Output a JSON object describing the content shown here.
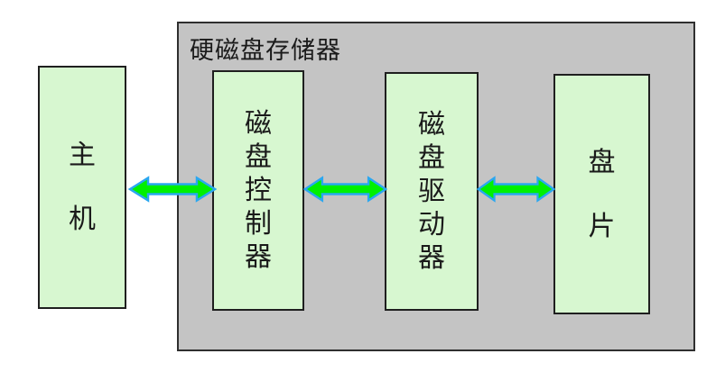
{
  "diagram": {
    "container_label": "硬磁盘存储器",
    "nodes": [
      {
        "id": "host",
        "label": "主机"
      },
      {
        "id": "disk-controller",
        "label": "磁盘控制器"
      },
      {
        "id": "disk-drive",
        "label": "磁盘驱动器"
      },
      {
        "id": "platter",
        "label": "盘片"
      }
    ],
    "connections": [
      {
        "from": "主机",
        "to": "磁盘控制器",
        "type": "double-headed-arrow"
      },
      {
        "from": "磁盘控制器",
        "to": "磁盘驱动器",
        "type": "double-headed-arrow"
      },
      {
        "from": "磁盘驱动器",
        "to": "盘片",
        "type": "double-headed-arrow"
      }
    ],
    "colors": {
      "box_fill": "#d7f7d0",
      "box_border": "#1f1f1f",
      "container_fill": "#c4c4c4",
      "container_border": "#2f2f2f",
      "arrow_fill": "#00f000",
      "arrow_stroke": "#2aa7f0",
      "text": "#1a1a1a"
    }
  }
}
